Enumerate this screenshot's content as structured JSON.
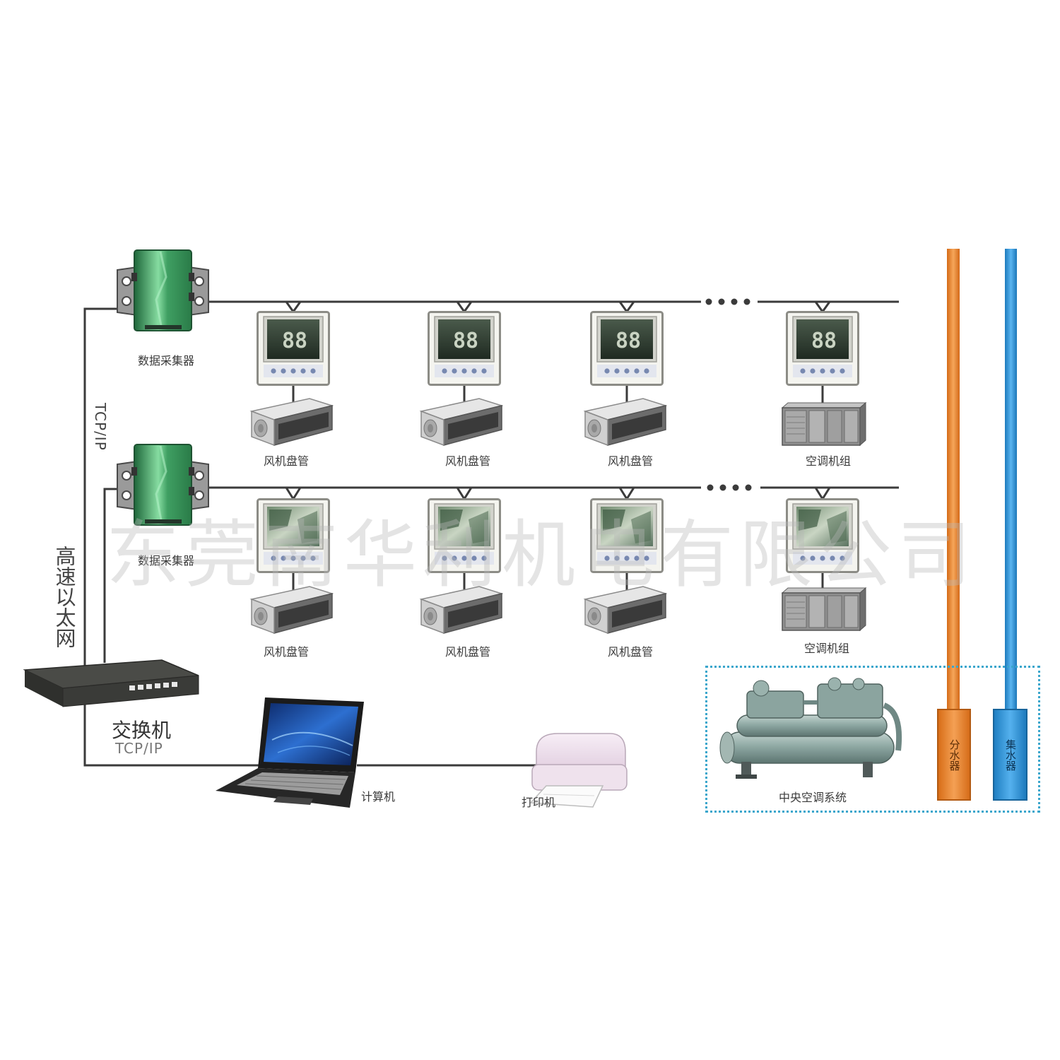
{
  "collectors": [
    {
      "label": "数据采集器"
    },
    {
      "label": "数据采集器"
    }
  ],
  "network": {
    "tcp_label": "TCP/IP",
    "ethernet_label": "高速以太网"
  },
  "switch": {
    "label": "交换机",
    "protocol": "TCP/IP"
  },
  "computer": {
    "label": "计算机"
  },
  "printer": {
    "label": "打印机"
  },
  "rows": [
    {
      "display": "88",
      "units": [
        {
          "label": "风机盘管"
        },
        {
          "label": "风机盘管"
        },
        {
          "label": "风机盘管"
        },
        {
          "label": "空调机组"
        }
      ]
    },
    {
      "units": [
        {
          "label": "风机盘管"
        },
        {
          "label": "风机盘管"
        },
        {
          "label": "风机盘管"
        },
        {
          "label": "空调机组"
        }
      ]
    }
  ],
  "central_ac": {
    "label": "中央空调系统",
    "supply_manifold": "分水器",
    "return_manifold": "集水器"
  },
  "watermark": "东莞南华利机电有限公司",
  "colors": {
    "line": "#3b3b3b",
    "supply_pipe": "#e8832c",
    "return_pipe": "#2b8fd2",
    "frame": "#3aa6cc",
    "collector": "#4fbf78"
  }
}
